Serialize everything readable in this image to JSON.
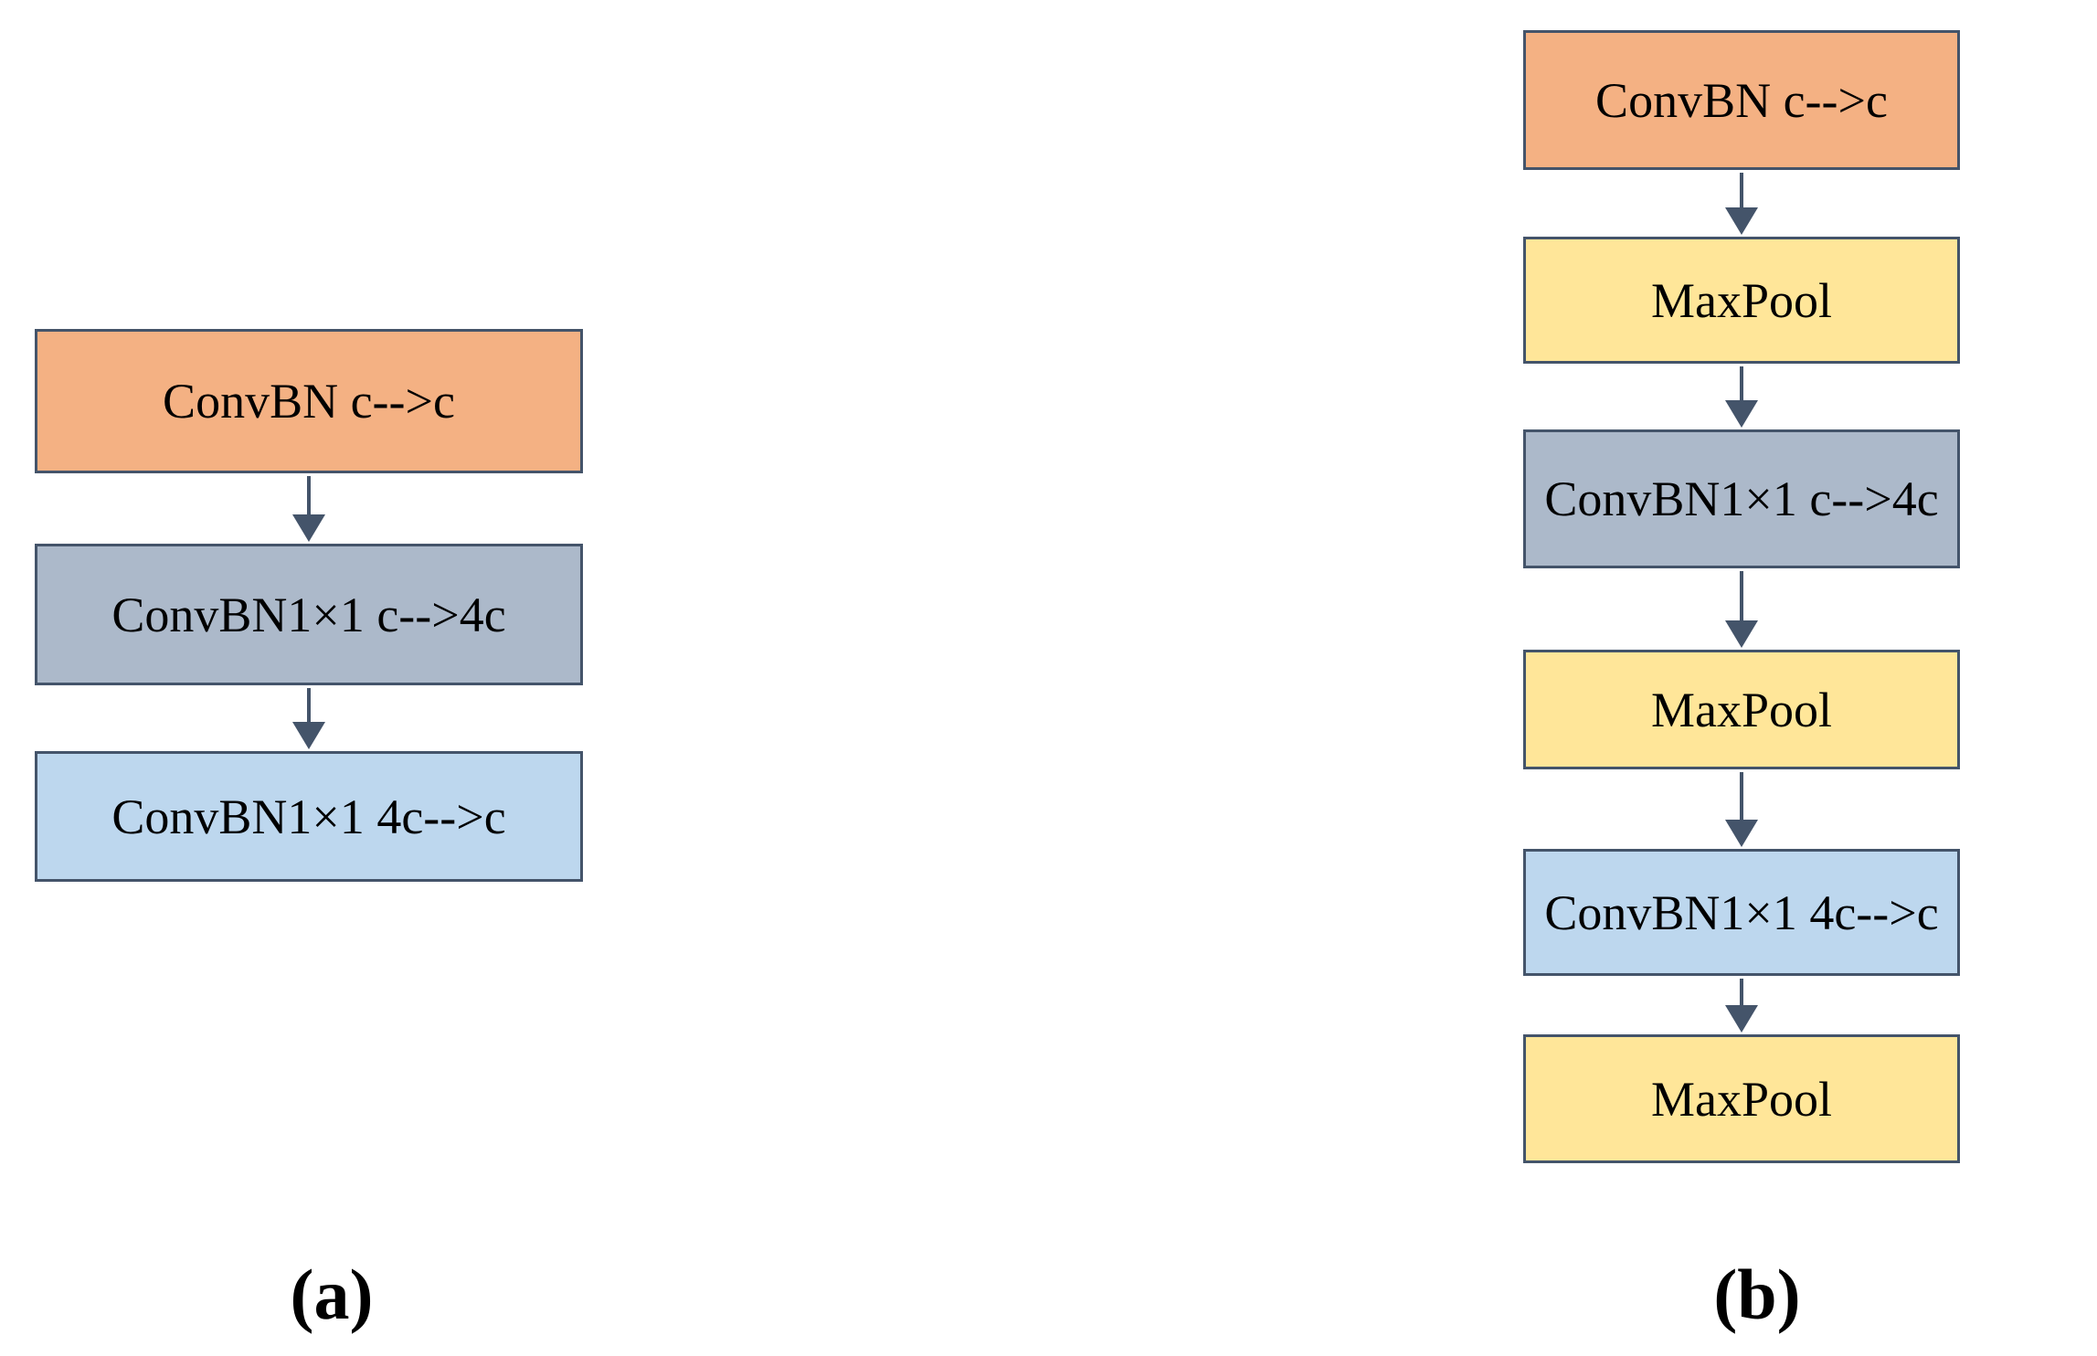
{
  "figure": {
    "background": "#ffffff",
    "border_color": "#44546A",
    "arrow_color": "#44546A",
    "text_color": "#000000"
  },
  "palette": {
    "convbn_orange": "#F4B183",
    "convbn1x1_expand_gray": "#ACB9CA",
    "convbn1x1_reduce_blue": "#BDD7EE",
    "maxpool_yellow": "#FFE699"
  },
  "diagram_a": {
    "caption": "(a)",
    "nodes": [
      {
        "label": "ConvBN c-->c",
        "fill": "#F4B183"
      },
      {
        "label": "ConvBN1×1 c-->4c",
        "fill": "#ACB9CA"
      },
      {
        "label": "ConvBN1×1 4c-->c",
        "fill": "#BDD7EE"
      }
    ]
  },
  "diagram_b": {
    "caption": "(b)",
    "nodes": [
      {
        "label": "ConvBN c-->c",
        "fill": "#F4B183"
      },
      {
        "label": "MaxPool",
        "fill": "#FFE699"
      },
      {
        "label": "ConvBN1×1 c-->4c",
        "fill": "#ACB9CA"
      },
      {
        "label": "MaxPool",
        "fill": "#FFE699"
      },
      {
        "label": "ConvBN1×1 4c-->c",
        "fill": "#BDD7EE"
      },
      {
        "label": "MaxPool",
        "fill": "#FFE699"
      }
    ]
  }
}
